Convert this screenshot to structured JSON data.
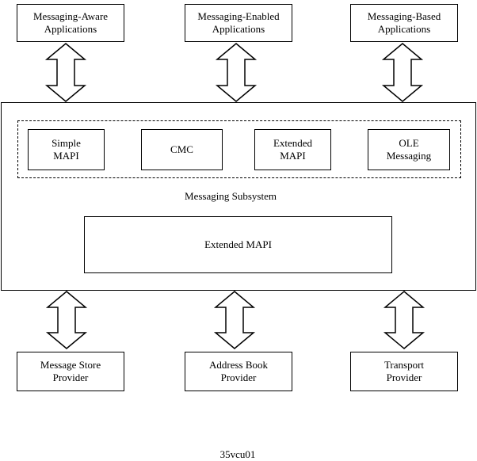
{
  "top_apps": [
    {
      "label": "Messaging-Aware\nApplications"
    },
    {
      "label": "Messaging-Enabled\nApplications"
    },
    {
      "label": "Messaging-Based\nApplications"
    }
  ],
  "subsystem": {
    "interfaces": [
      {
        "label": "Simple\nMAPI"
      },
      {
        "label": "CMC"
      },
      {
        "label": "Extended\nMAPI"
      },
      {
        "label": "OLE\nMessaging"
      }
    ],
    "title": "Messaging Subsystem",
    "core": "Extended MAPI"
  },
  "providers": [
    {
      "label": "Message Store\nProvider"
    },
    {
      "label": "Address Book\nProvider"
    },
    {
      "label": "Transport\nProvider"
    }
  ],
  "caption": "35vcu01"
}
